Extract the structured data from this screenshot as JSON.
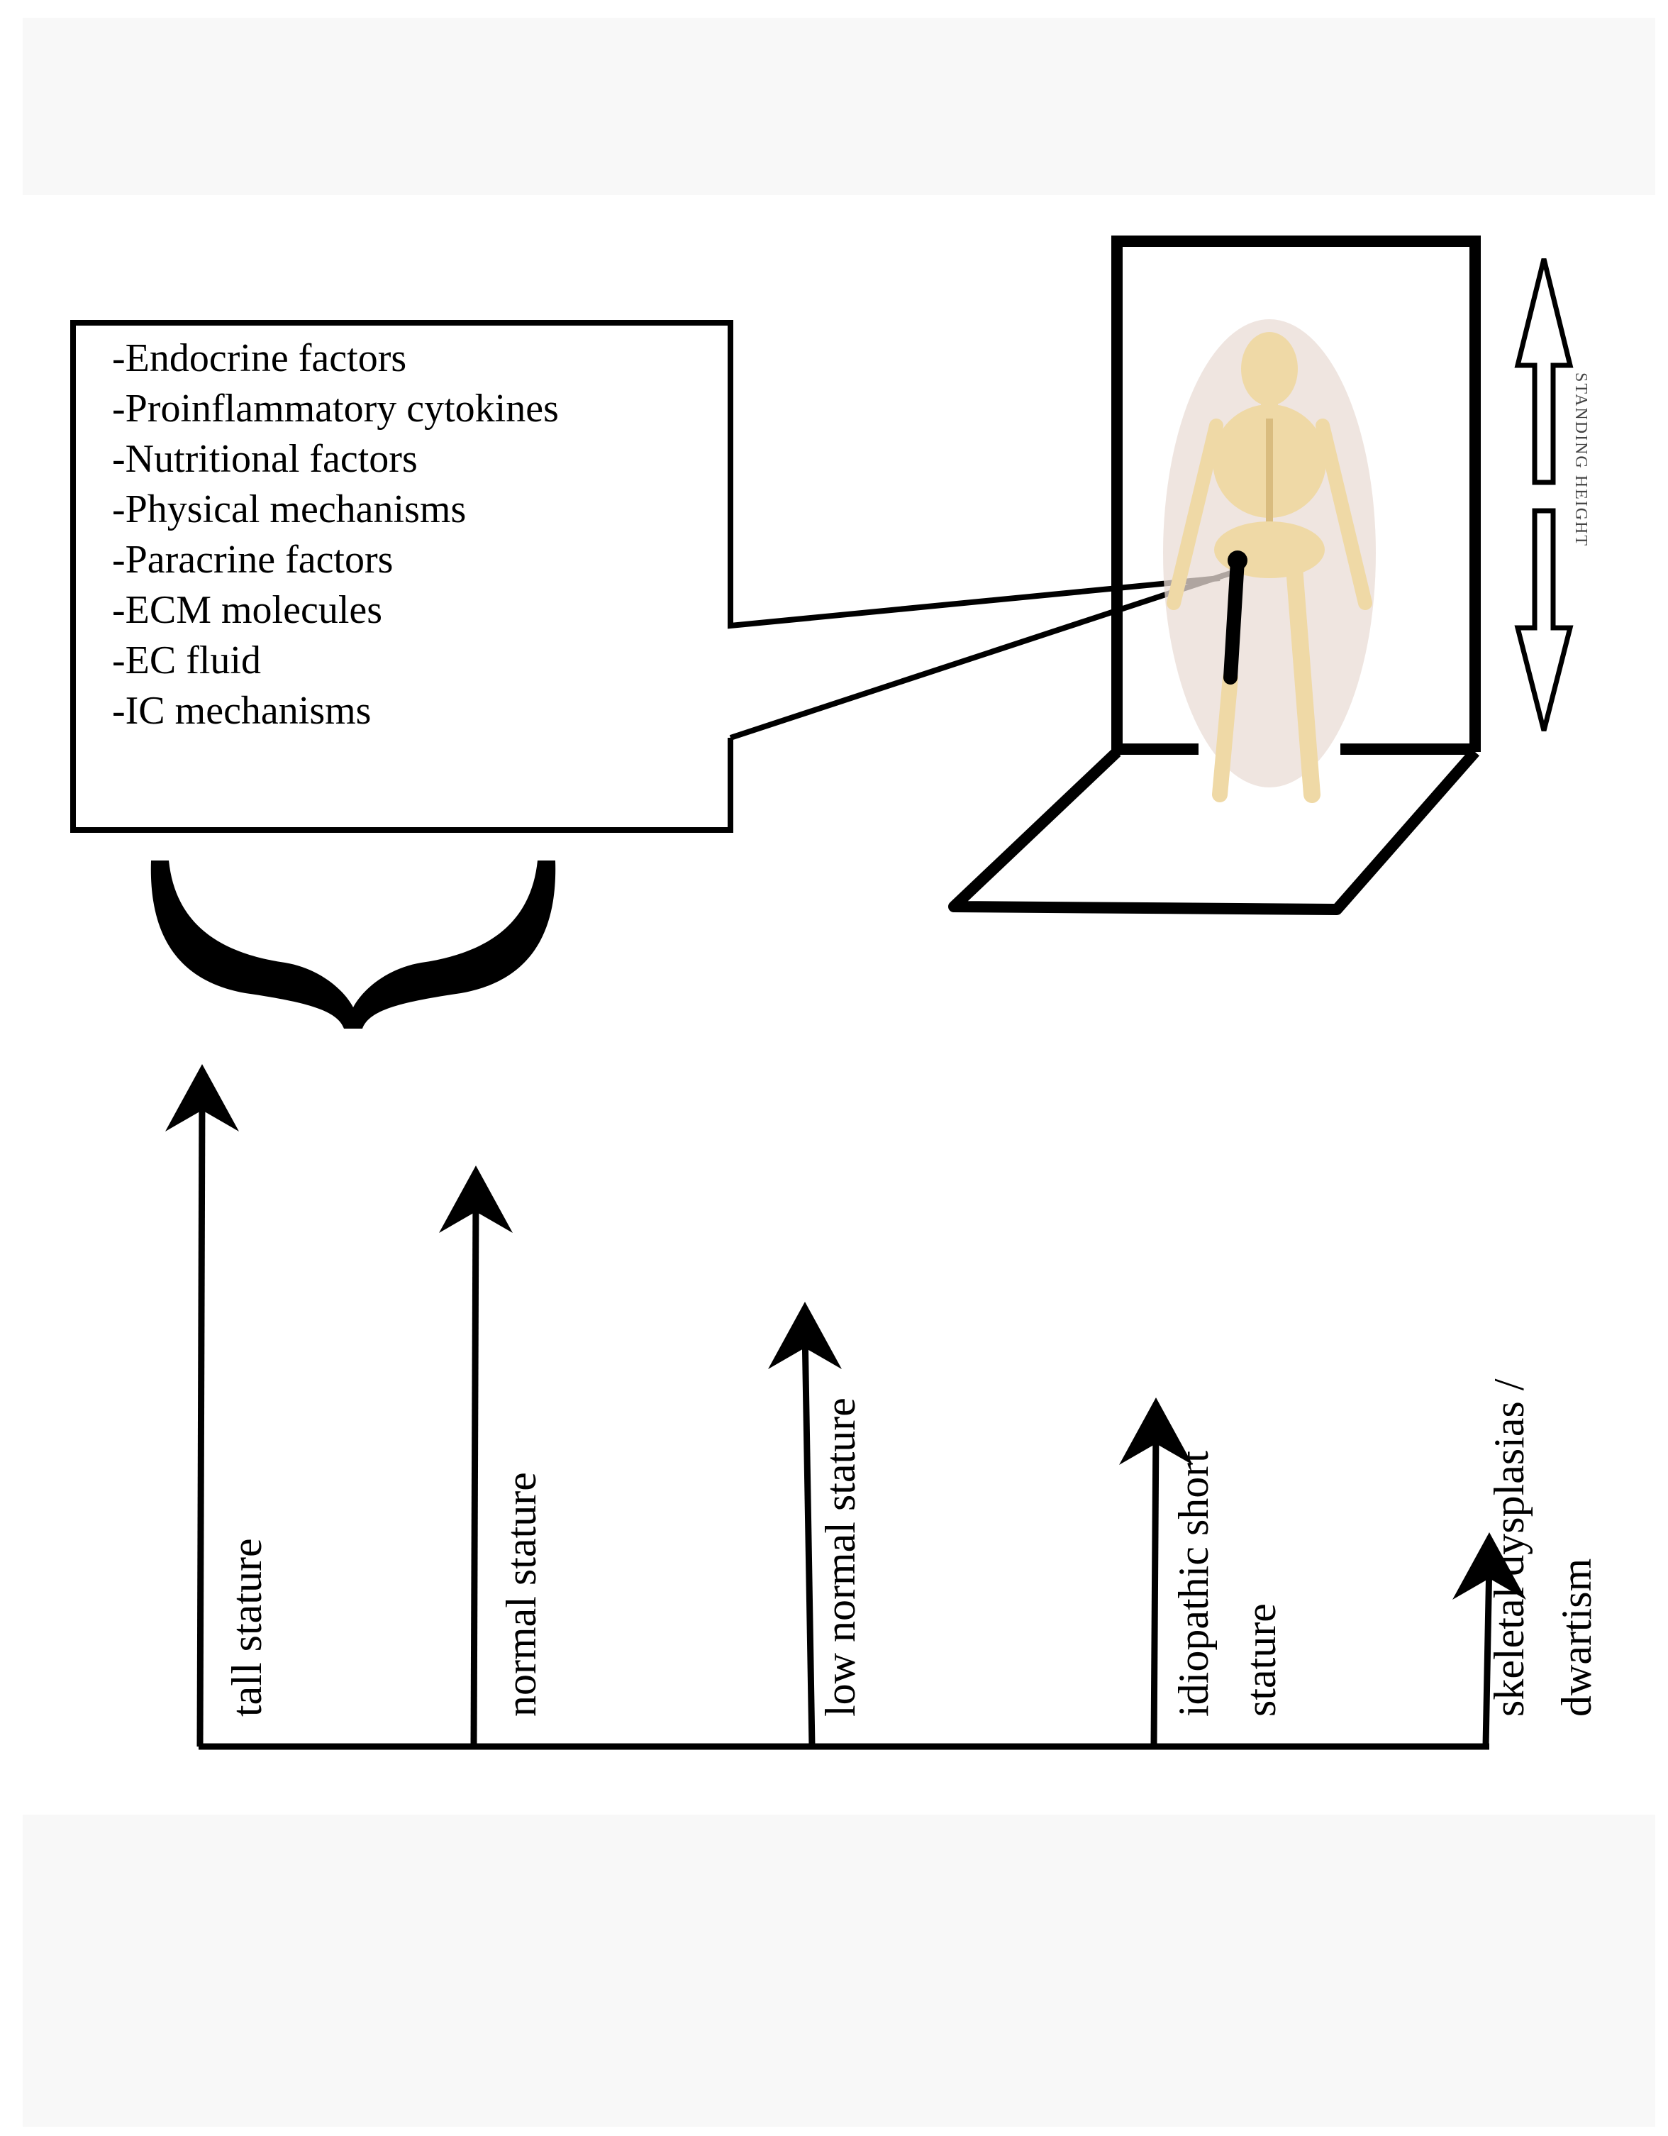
{
  "factors": [
    "-Endocrine factors",
    "-Proinflammatory cytokines",
    "-Nutritional factors",
    "-Physical mechanisms",
    "-Paracrine factors",
    "-ECM molecules",
    "-EC fluid",
    "-IC mechanisms"
  ],
  "standing_height_label": "STANDING HEIGHT",
  "stature_categories": [
    {
      "lines": [
        "tall stature"
      ]
    },
    {
      "lines": [
        "normal stature"
      ]
    },
    {
      "lines": [
        "low normal stature"
      ]
    },
    {
      "lines": [
        "idiopathic short",
        "stature"
      ]
    },
    {
      "lines": [
        "skeletal dysplasias /",
        "dwartism"
      ]
    }
  ],
  "icons": {
    "brace": "curly-brace-icon",
    "skeleton": "human-skeleton-icon",
    "height_arrow": "double-arrow-icon"
  },
  "colors": {
    "ink": "#000000",
    "bone": "#efd9a6",
    "skin": "#e9dcd6",
    "band": "#f8f8f8"
  }
}
